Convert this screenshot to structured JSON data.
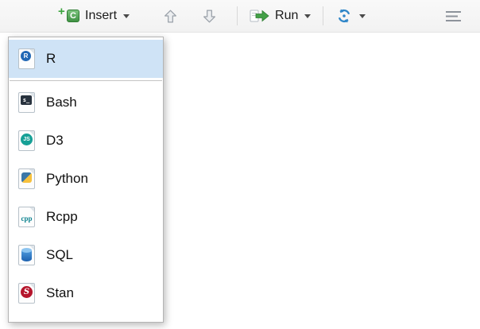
{
  "toolbar": {
    "insert": {
      "label": "Insert",
      "icon_letter": "C"
    },
    "run": {
      "label": "Run"
    }
  },
  "menu": {
    "selected_index": 0,
    "items": [
      {
        "label": "R",
        "icon": "r-file-icon",
        "badge": "R"
      },
      {
        "label": "Bash",
        "icon": "bash-file-icon",
        "badge": "s_"
      },
      {
        "label": "D3",
        "icon": "d3-file-icon",
        "badge": "JS"
      },
      {
        "label": "Python",
        "icon": "python-file-icon",
        "badge": ""
      },
      {
        "label": "Rcpp",
        "icon": "rcpp-file-icon",
        "badge": "cpp"
      },
      {
        "label": "SQL",
        "icon": "sql-file-icon",
        "badge": ""
      },
      {
        "label": "Stan",
        "icon": "stan-file-icon",
        "badge": "S"
      }
    ]
  },
  "colors": {
    "menu_highlight": "#cfe3f6",
    "toolbar_bg": "#f5f5f5",
    "accent_green": "#3f9143",
    "accent_blue": "#2f86c8",
    "r_blue": "#2368b5",
    "stan_red": "#b5152c",
    "d3_teal": "#16a096"
  }
}
